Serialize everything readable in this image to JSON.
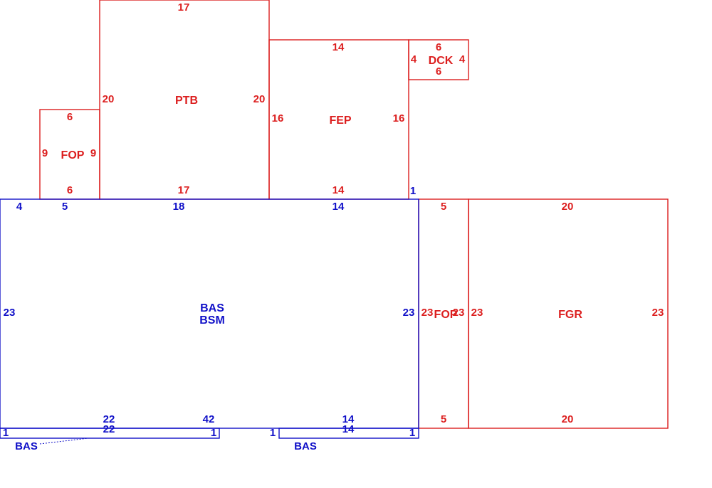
{
  "colors": {
    "main_area": "#1010c8",
    "addition_area": "#dc1e1e"
  },
  "areas": {
    "pt_b": {
      "label": "PTB",
      "dims": {
        "top": "17",
        "bottom": "17",
        "left": "20",
        "right": "20"
      }
    },
    "fep": {
      "label": "FEP",
      "dims": {
        "top": "14",
        "bottom": "14",
        "left": "16",
        "right": "16"
      }
    },
    "dck": {
      "label": "DCK",
      "dims": {
        "top": "6",
        "bottom": "6",
        "left": "4",
        "right": "4"
      }
    },
    "fop_upper": {
      "label": "FOP",
      "dims": {
        "top": "6",
        "bottom": "6",
        "left": "9",
        "right": "9"
      }
    },
    "fop_side": {
      "label": "FOP",
      "dims": {
        "top": "5",
        "bottom": "5",
        "left": "23",
        "right": "23"
      }
    },
    "fgr": {
      "label": "FGR",
      "dims": {
        "top": "20",
        "bottom": "20",
        "left": "23",
        "right": "23"
      }
    },
    "main": {
      "label_1": "BAS",
      "label_2": "BSM",
      "dims": {
        "top_a": "4",
        "top_b": "5",
        "top_c": "18",
        "top_d": "14",
        "right_step": "1",
        "left": "23",
        "right": "23",
        "bottom_a": "22",
        "bottom_b": "42",
        "bottom_c": "14"
      }
    },
    "bas_strip_left": {
      "label": "BAS",
      "dims": {
        "top": "22",
        "left": "1",
        "right": "1"
      }
    },
    "bas_strip_right": {
      "label": "BAS",
      "dims": {
        "top": "14",
        "left": "1",
        "right": "1"
      }
    }
  }
}
